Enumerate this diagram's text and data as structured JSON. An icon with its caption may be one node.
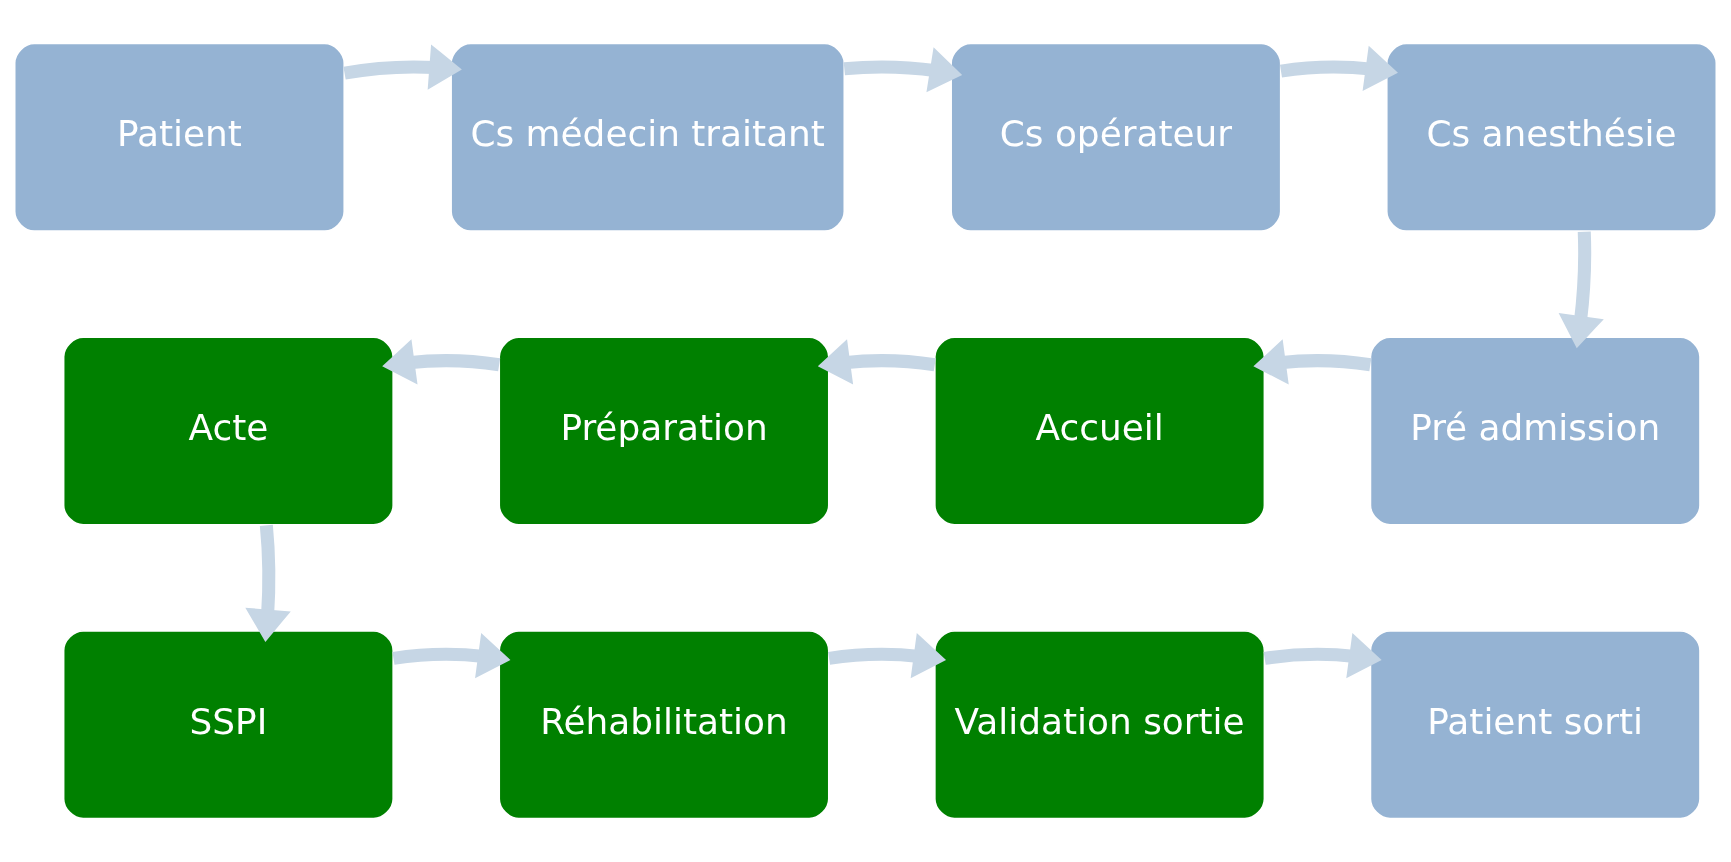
{
  "diagram": {
    "nodes": [
      {
        "text": [
          "Patient"
        ]
      },
      {
        "text": [
          "Cs médecin traitant"
        ]
      },
      {
        "text": [
          "Cs opérateur"
        ]
      },
      {
        "text": [
          "Cs anesthésie"
        ]
      },
      {
        "text": [
          "Acte"
        ]
      },
      {
        "text": [
          "Préparation"
        ]
      },
      {
        "text": [
          "Accueil"
        ]
      },
      {
        "text": [
          "Pré admission"
        ]
      },
      {
        "text": [
          "SSPI"
        ]
      },
      {
        "text": [
          "Réhabilitation"
        ]
      },
      {
        "text": [
          "Validation sortie"
        ]
      },
      {
        "text": [
          "Patient sorti"
        ]
      }
    ],
    "edges": [
      {
        "from": 0,
        "to": 1,
        "arrow": "to"
      },
      {
        "from": 1,
        "to": 2,
        "arrow": "to"
      },
      {
        "from": 2,
        "to": 3,
        "arrow": "to"
      },
      {
        "from": 3,
        "to": 7,
        "arrow": "to"
      },
      {
        "from": 7,
        "to": 6,
        "arrow": "to"
      },
      {
        "from": 6,
        "to": 5,
        "arrow": "to"
      },
      {
        "from": 5,
        "to": 4,
        "arrow": "to"
      },
      {
        "from": 4,
        "to": 8,
        "arrow": "to"
      },
      {
        "from": 8,
        "to": 9,
        "arrow": "to"
      },
      {
        "from": 9,
        "to": 10,
        "arrow": "to"
      },
      {
        "from": 10,
        "to": 11,
        "arrow": "to"
      }
    ]
  }
}
